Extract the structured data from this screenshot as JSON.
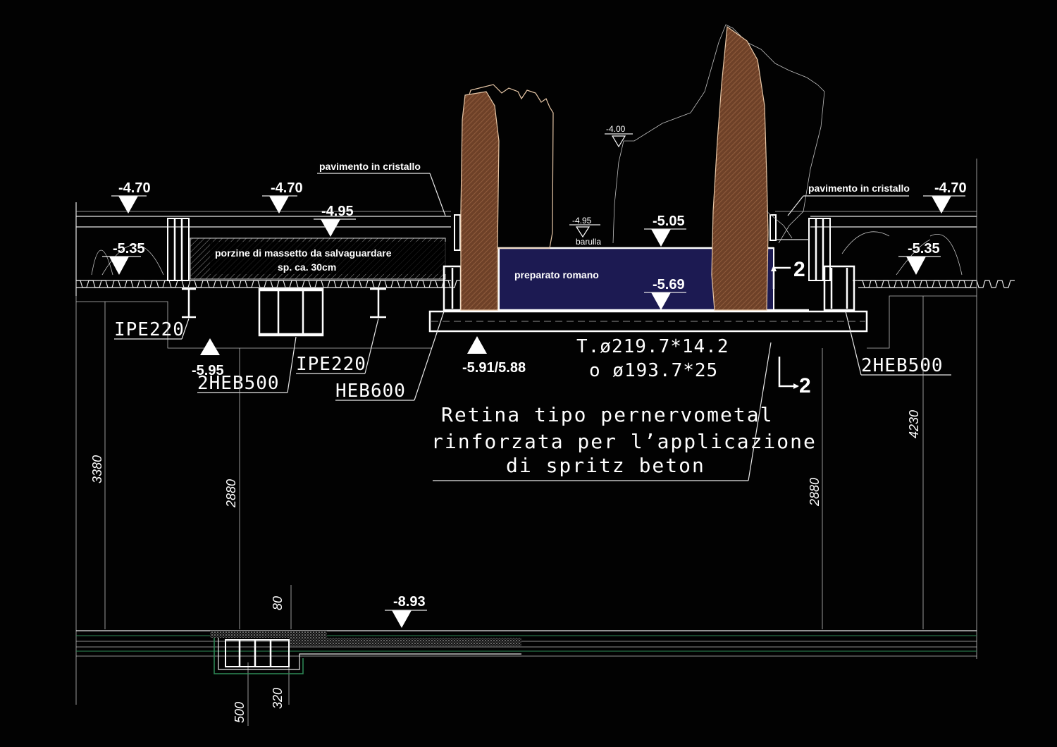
{
  "drawing": {
    "levels": {
      "lv_470_a": "-4.70",
      "lv_470_b": "-4.70",
      "lv_470_c": "-4.70",
      "lv_495": "-4.95",
      "lv_495_small": "-4.95",
      "lv_400": "-4.00",
      "lv_505": "-5.05",
      "lv_535_a": "-5.35",
      "lv_535_b": "-5.35",
      "lv_569": "-5.69",
      "lv_595": "-5.95",
      "lv_591": "-5.91/5.88",
      "lv_893": "-8.93"
    },
    "notes": {
      "pavimento_left": "pavimento in cristallo",
      "pavimento_right": "pavimento in cristallo",
      "massetto_1": "porzine di massetto da salvaguardare",
      "massetto_2": "sp. ca. 30cm",
      "preparato": "preparato romano",
      "barulla": "barulla"
    },
    "profiles": {
      "ipe220_left": "IPE220",
      "ipe220_mid": "IPE220",
      "heb500_left": "2HEB500",
      "heb600": "HEB600",
      "heb500_right": "2HEB500",
      "tube_1": "T.ø219.7*14.2",
      "tube_2": "o  ø193.7*25"
    },
    "retina": {
      "line1": "Retina tipo pernervometal",
      "line2": "rinforzata per l’applicazione",
      "line3": "di spritz beton"
    },
    "section_marks": {
      "top": "2",
      "bottom": "2"
    },
    "dimensions": {
      "d3380": "3380",
      "d2880_left": "2880",
      "d80": "80",
      "d2880_right": "2880",
      "d4230": "4230",
      "d500": "500",
      "d320": "320"
    },
    "colors": {
      "background": "#020202",
      "stone_fill": "#7a4a30",
      "stone_outline": "#e8c8a8",
      "pool_fill": "#1c1a52",
      "linework": "#e8e8e8"
    }
  }
}
